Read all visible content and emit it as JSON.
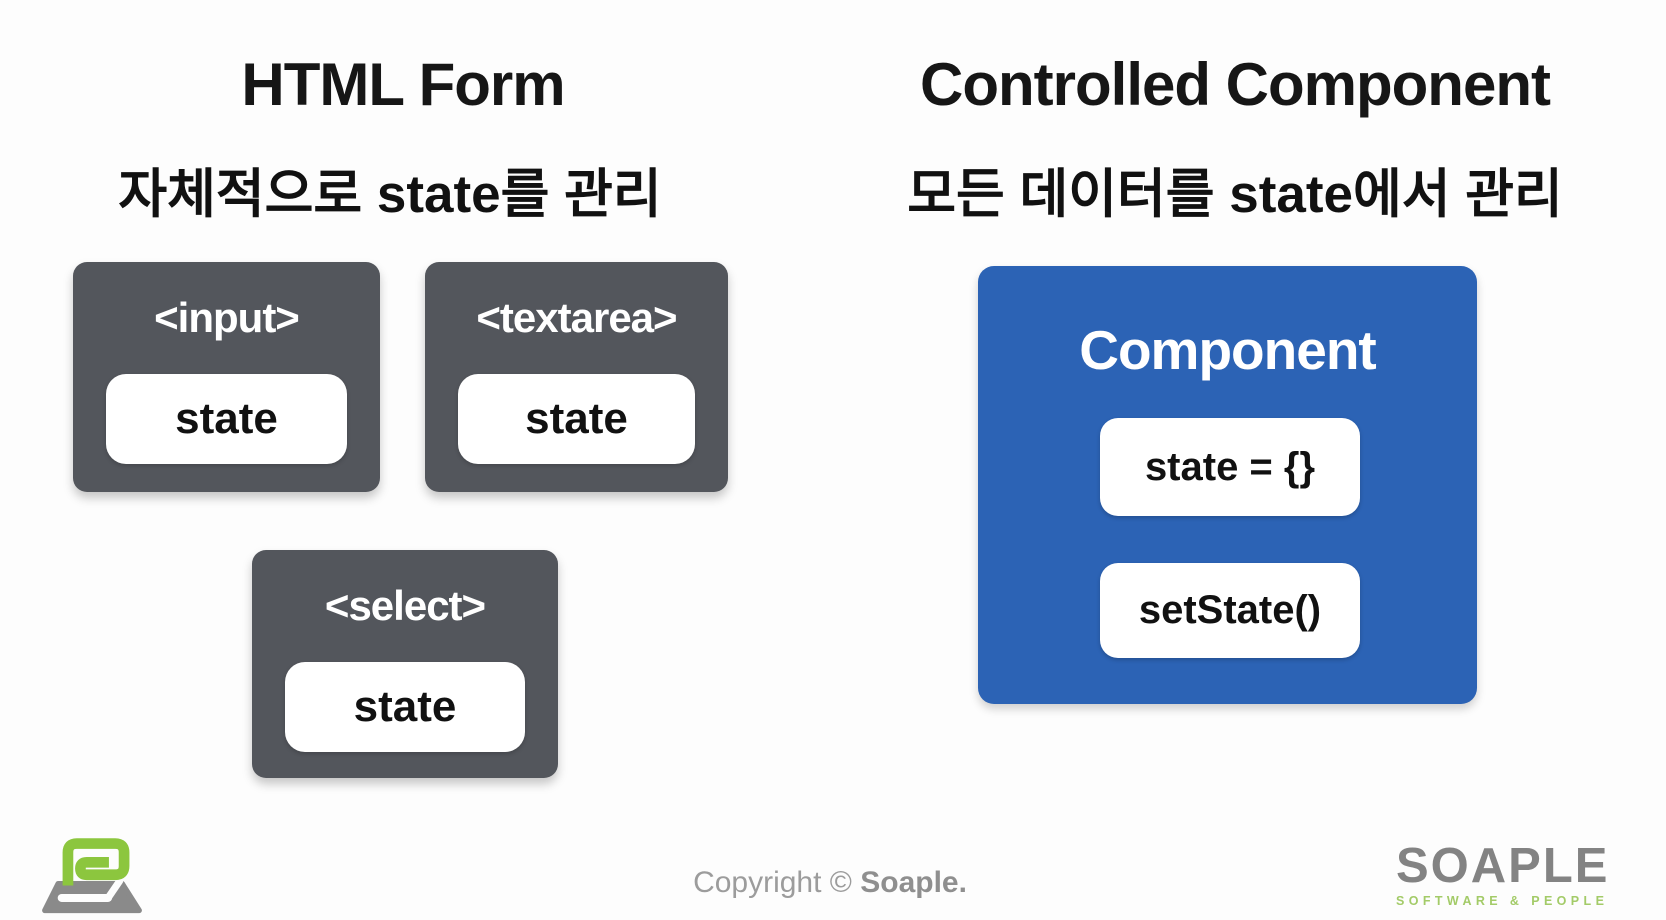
{
  "left_panel": {
    "title": "HTML Form",
    "subtitle": "자체적으로 state를 관리",
    "boxes": [
      {
        "tag": "<input>",
        "state_label": "state"
      },
      {
        "tag": "<textarea>",
        "state_label": "state"
      },
      {
        "tag": "<select>",
        "state_label": "state"
      }
    ]
  },
  "right_panel": {
    "title": "Controlled Component",
    "subtitle": "모든 데이터를 state에서 관리",
    "component": {
      "title": "Component",
      "items": [
        {
          "label": "state = {}"
        },
        {
          "label": "setState()"
        }
      ]
    }
  },
  "footer": {
    "copyright_prefix": "Copyright © ",
    "copyright_brand": "Soaple.",
    "logo_word": "SOAPLE",
    "logo_subtext": "SOFTWARE & PEOPLE"
  },
  "colors": {
    "background": "#fdfdfd",
    "form_box_gray": "#53565c",
    "component_blue": "#2c63b5",
    "state_pill_white": "#ffffff",
    "text_black": "#111111",
    "copyright_gray": "#9c9c9c",
    "soaple_gray": "#838383",
    "soaple_green": "#a3cb68",
    "laptop_green": "#8cc63e",
    "laptop_gray": "#8a8a8a"
  }
}
